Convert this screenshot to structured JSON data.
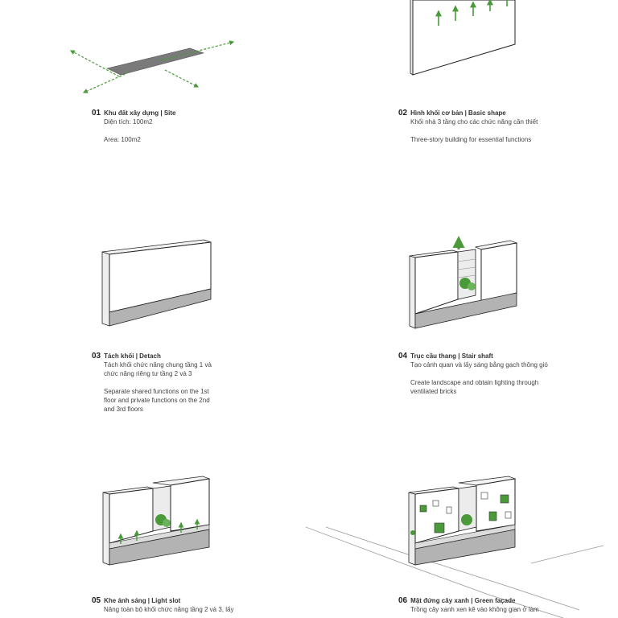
{
  "steps": [
    {
      "num": "01",
      "title": "Khu đất xây dựng | Site",
      "vi": [
        "Diện tích: 100m2"
      ],
      "en": [
        "Area: 100m2"
      ]
    },
    {
      "num": "02",
      "title": "Hình khối cơ bản | Basic shape",
      "vi": [
        "Khối nhà 3 tầng cho các chức năng cần thiết"
      ],
      "en": [
        "Three-story building for essential functions"
      ]
    },
    {
      "num": "03",
      "title": "Tách khối | Detach",
      "vi": [
        "Tách khối chức năng chung tầng 1 và",
        "chức năng riêng tư tầng 2 và 3"
      ],
      "en": [
        "Separate shared functions on the 1st",
        "floor and private functions on the 2nd",
        "and 3rd floors"
      ]
    },
    {
      "num": "04",
      "title": "Trục cầu thang | Stair shaft",
      "vi": [
        "Tạo cảnh quan và lấy sáng bằng gạch thông gió"
      ],
      "en": [
        "Create landscape and obtain lighting through",
        "ventilated bricks"
      ]
    },
    {
      "num": "05",
      "title": "Khe ánh sáng | Light slot",
      "vi": [
        "Nâng toàn bộ khối chức năng tầng 2 và 3, lấy"
      ],
      "en": []
    },
    {
      "num": "06",
      "title": "Mặt đứng cây xanh | Green façade",
      "vi": [
        "Trồng cây xanh xen kẽ vào không gian ở làm"
      ],
      "en": []
    }
  ],
  "colors": {
    "green": "#4a9a3a",
    "wall": "#ffffff",
    "side": "#eeeeee",
    "shadow": "#9e9e9e",
    "base": "#b3b3b3",
    "outline": "#222222"
  }
}
